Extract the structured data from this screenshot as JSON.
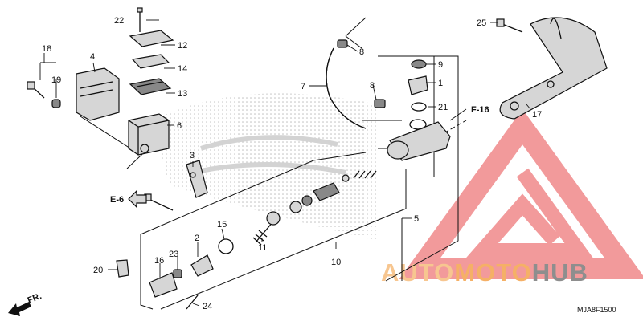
{
  "diagram": {
    "part_numbers": [
      "1",
      "2",
      "3",
      "4",
      "5",
      "6",
      "7",
      "8",
      "8",
      "9",
      "10",
      "11",
      "12",
      "13",
      "14",
      "15",
      "16",
      "17",
      "18",
      "19",
      "20",
      "21",
      "22",
      "23",
      "24",
      "25"
    ],
    "references": {
      "left": "E-6",
      "right": "F-16"
    },
    "direction_label": "FR.",
    "diagram_code": "MJA8F1500"
  },
  "watermark": {
    "brand_part1": "AUTO",
    "brand_part2": "MOTO",
    "brand_part3": "HUB",
    "colors": {
      "logo": "#f0888a",
      "part1": "#f7c690",
      "part2": "#f5b066",
      "part3": "#8e8e8e"
    }
  }
}
